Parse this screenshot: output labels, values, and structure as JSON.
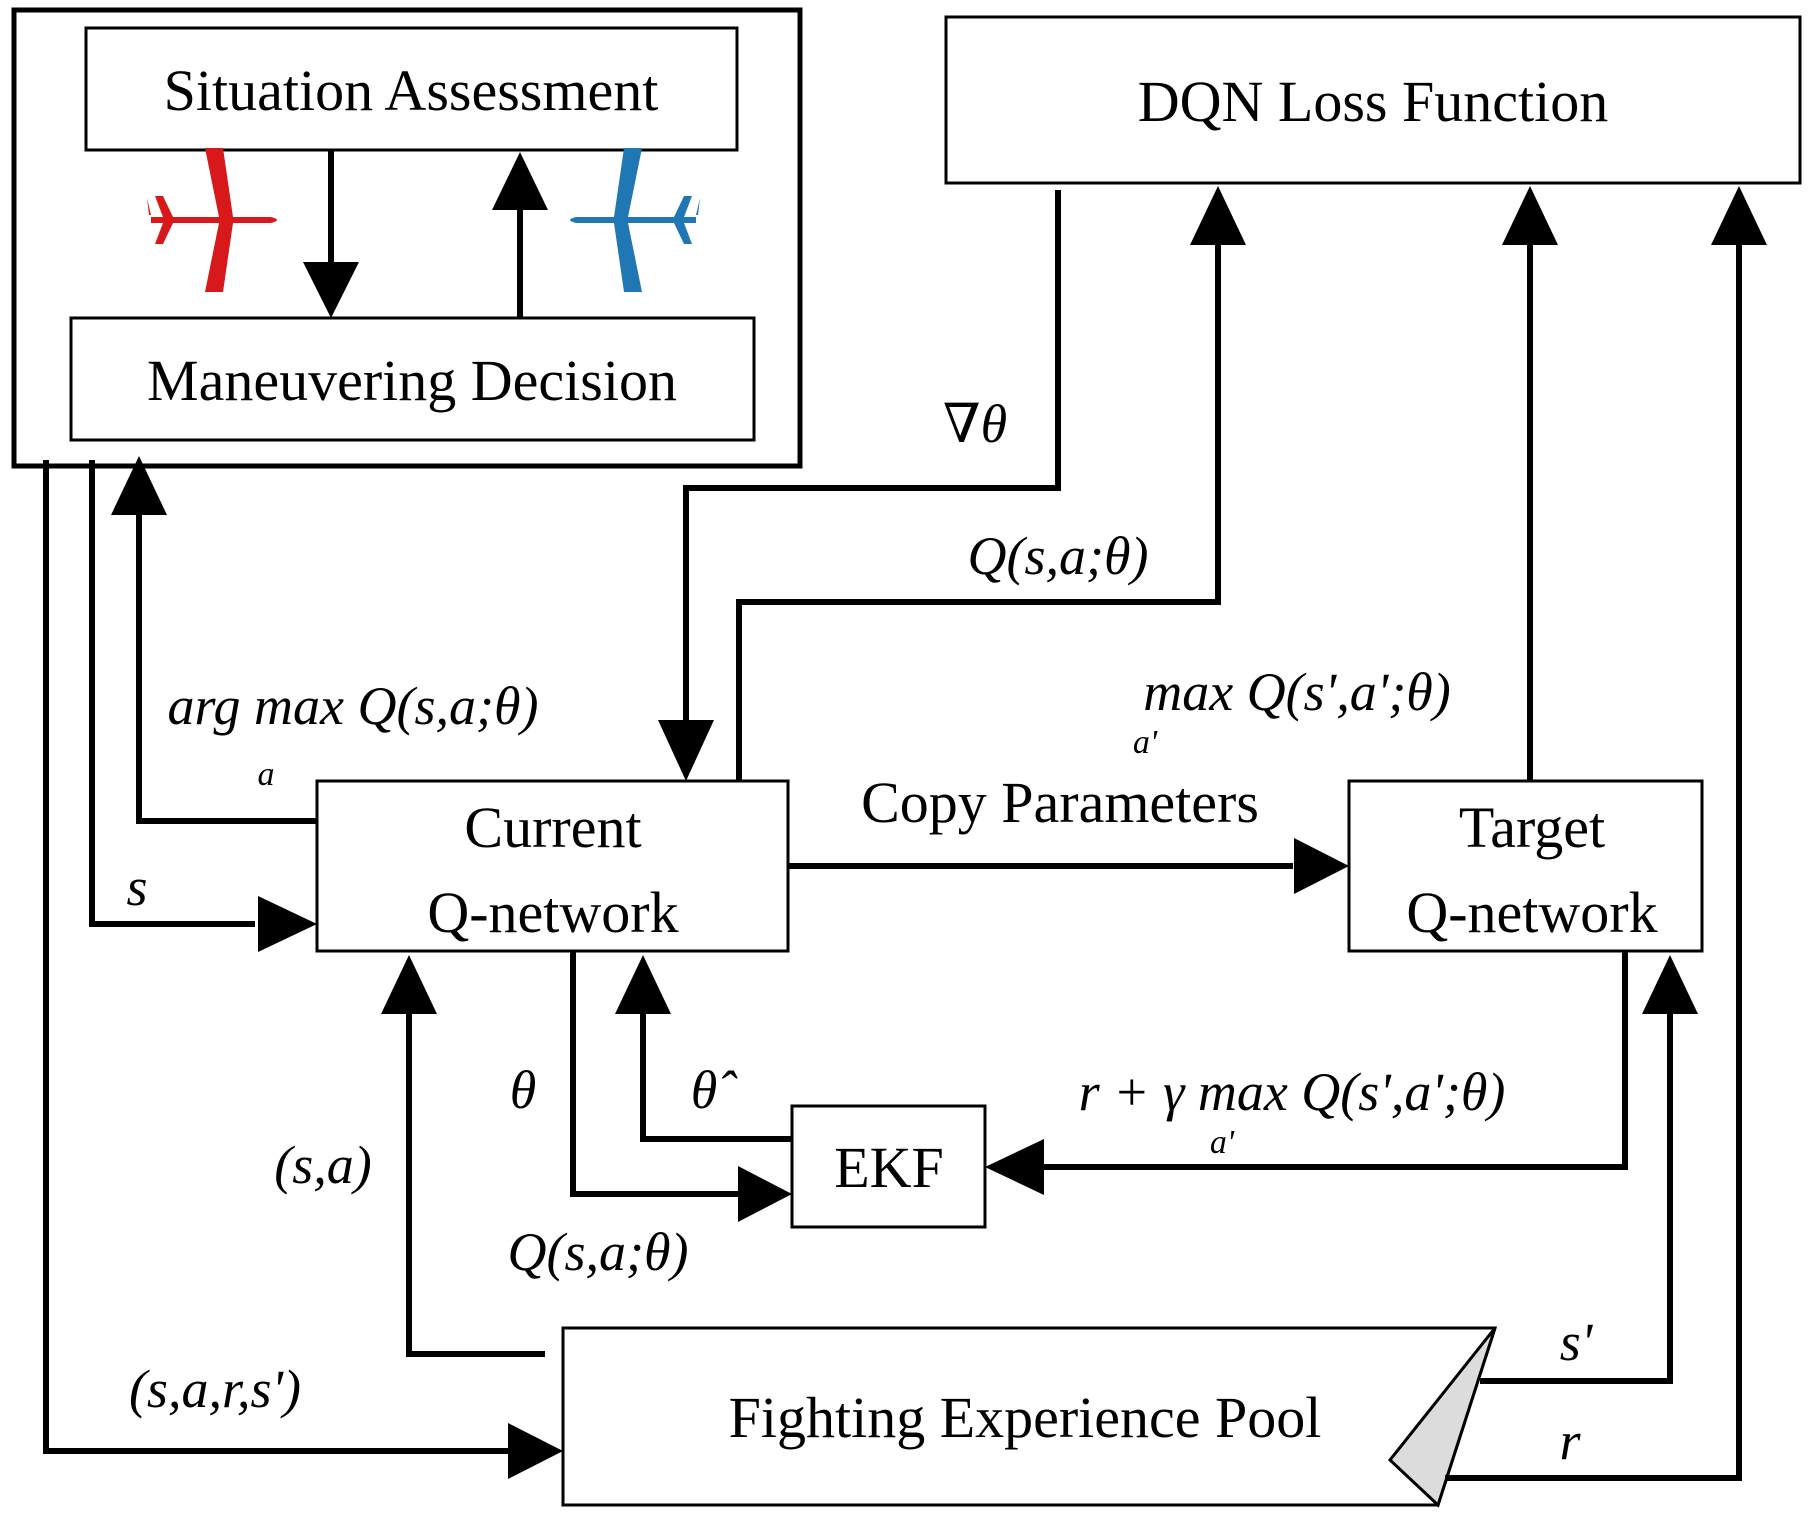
{
  "boxes": {
    "situation_assessment": "Situation Assessment",
    "maneuvering_decision": "Maneuvering Decision",
    "dqn_loss": "DQN Loss Function",
    "current_q_line1": "Current",
    "current_q_line2": "Q-network",
    "target_q_line1": "Target",
    "target_q_line2": "Q-network",
    "ekf": "EKF",
    "experience_pool": "Fighting Experience Pool"
  },
  "edge_labels": {
    "grad_theta": "∇θ",
    "q_sa_theta_top": "Q(s,a;θ)",
    "argmax_q": "arg max Q(s,a;θ)",
    "argmax_sub": "a",
    "s_input": "s",
    "copy_parameters": "Copy Parameters",
    "max_q_target": "max Q(s',a';θ)",
    "max_sub_target": "a'",
    "theta": "θ",
    "theta_hat": "θ̂",
    "target_expr": "r + γ max Q(s',a';θ)",
    "target_expr_sub": "a'",
    "sa_pair": "(s,a)",
    "q_sa_theta_bottom": "Q(s,a;θ)",
    "transition": "(s,a,r,s')",
    "s_prime": "s'",
    "r": "r"
  },
  "icons": {
    "red_plane": "red-airplane-icon",
    "blue_plane": "blue-airplane-icon"
  },
  "colors": {
    "red_plane": "#d7191c",
    "blue_plane": "#1f78b4",
    "fold": "#dcdcdc"
  }
}
